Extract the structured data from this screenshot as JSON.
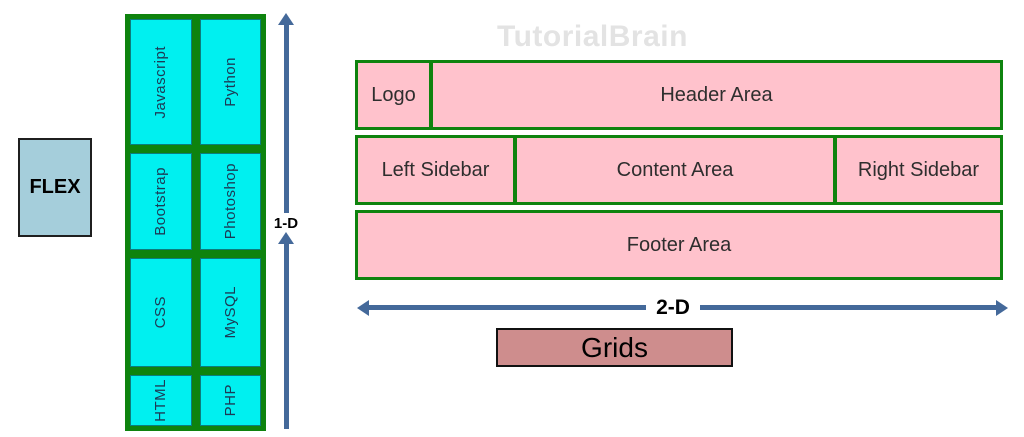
{
  "watermark": {
    "text": "TutorialBrain"
  },
  "flex_diagram": {
    "label": "FLEX",
    "axis_label": "1-D",
    "cells": [
      "Javascript",
      "Python",
      "Bootstrap",
      "Photoshop",
      "CSS",
      "MySQL",
      "HTML",
      "PHP"
    ]
  },
  "grid_diagram": {
    "axis_label": "2-D",
    "caption": "Grids",
    "row1": [
      "Logo",
      "Header Area"
    ],
    "row2": [
      "Left Sidebar",
      "Content Area",
      "Right Sidebar"
    ],
    "row3": [
      "Footer Area"
    ]
  },
  "colors": {
    "flex_box_fill": "#a5cedb",
    "cyan_cell_fill": "#00f0f0",
    "grid_green": "#0e830e",
    "pink_cell_fill": "#ffc2cc",
    "arrow_blue": "#44699a",
    "grids_caption_fill": "#ce8d8d",
    "watermark_gray": "#e3e3e3"
  }
}
